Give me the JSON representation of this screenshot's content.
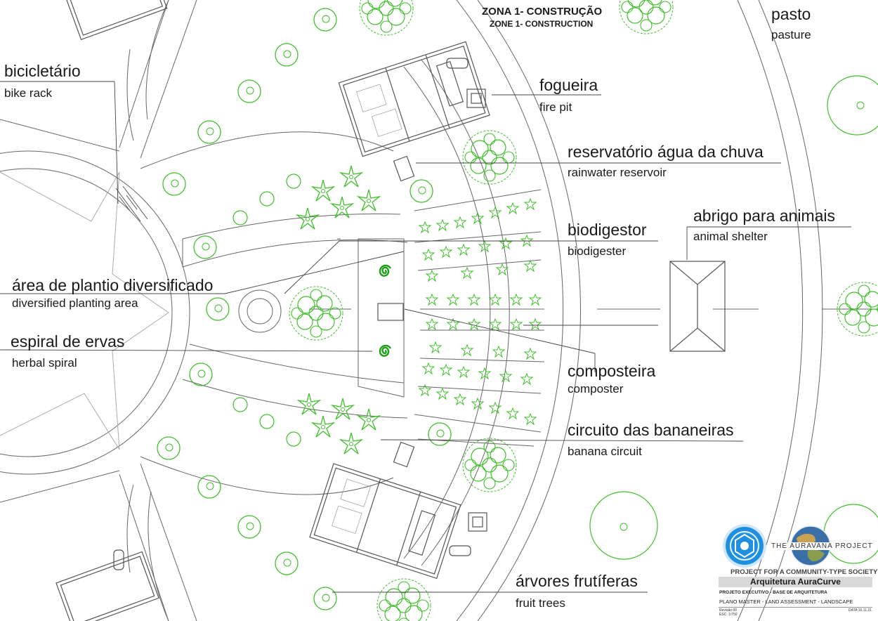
{
  "zone": {
    "title_pt": "ZONA 1- CONSTRUÇÃO",
    "title_en": "ZONE 1- CONSTRUCTION"
  },
  "labels": {
    "pasture": {
      "pt": "pasto",
      "en": "pasture"
    },
    "bike_rack": {
      "pt": "bicicletário",
      "en": "bike rack"
    },
    "fire_pit": {
      "pt": "fogueira",
      "en": "fire pit"
    },
    "rainwater": {
      "pt": "reservatório água da chuva",
      "en": "rainwater reservoir"
    },
    "animal_shelter": {
      "pt": "abrigo para animais",
      "en": "animal shelter"
    },
    "biodigester": {
      "pt": "biodigestor",
      "en": "biodigester"
    },
    "planting_area": {
      "pt": "área de plantio diversificado",
      "en": "diversified planting area"
    },
    "herbal_spiral": {
      "pt": "espiral de ervas",
      "en": "herbal spiral"
    },
    "composter": {
      "pt": "composteira",
      "en": "composter"
    },
    "banana_circuit": {
      "pt": "circuito das bananeiras",
      "en": "banana circuit"
    },
    "fruit_trees": {
      "pt": "árvores frutíferas",
      "en": "fruit trees"
    }
  },
  "title_block": {
    "project_name": "THE AURAVANA PROJECT",
    "tagline": "PROJECT FOR A COMMUNITY-TYPE SOCIETY",
    "architecture": "Arquitetura AuraCurve",
    "executive": "PROJETO EXECUTIVO - BASE DE ARQUITETURA",
    "plan": "PLANO MASTER - LAND ASSESSMENT - LANDSCAPE",
    "revision": "Revisão:00",
    "scale": "ESC: 1/750",
    "date": "DATA:16.11.21"
  },
  "colors": {
    "line": "#555555",
    "vegetation": "#3fbf2a",
    "dark_green": "#1f9e1a",
    "logo_blue": "#1f8fe0",
    "title_bg": "#d9d9d9"
  }
}
